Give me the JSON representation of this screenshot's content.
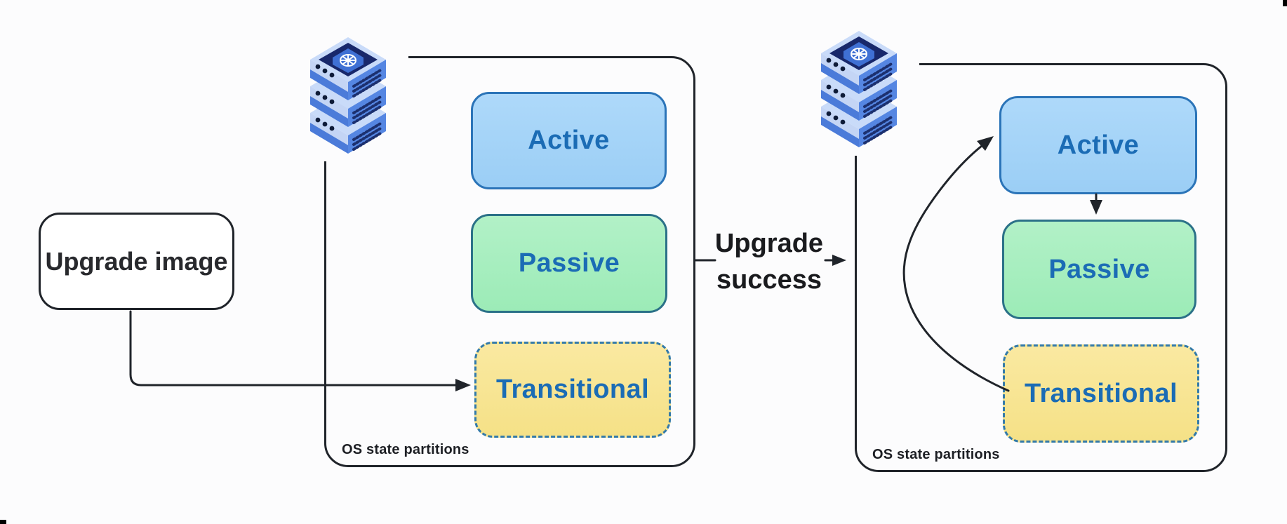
{
  "diagram": {
    "background": "#fcfcfd",
    "stroke_color": "#20242a",
    "upgrade_image_box": {
      "label": "Upgrade image"
    },
    "transition_label": {
      "line1": "Upgrade",
      "line2": "success"
    },
    "partitions": [
      {
        "id": "active",
        "label": "Active",
        "fill": "#a6d5f8",
        "border": "#2b74b8",
        "text_color": "#1b6cb5",
        "border_style": "solid"
      },
      {
        "id": "passive",
        "label": "Passive",
        "fill": "#a9efc1",
        "border": "#2b7188",
        "text_color": "#1b6cb5",
        "border_style": "solid"
      },
      {
        "id": "transitional",
        "label": "Transitional",
        "fill": "#f8e695",
        "border": "#337aa9",
        "text_color": "#1b6cb5",
        "border_style": "dashed"
      }
    ],
    "nodes": [
      {
        "id": "cluster-before",
        "caption": "OS state partitions",
        "icon": "kubernetes-server-stack-icon"
      },
      {
        "id": "cluster-after",
        "caption": "OS state partitions",
        "icon": "kubernetes-server-stack-icon"
      }
    ],
    "arrows": [
      {
        "id": "upgrade-image-to-transitional",
        "from": "upgrade-image-box",
        "to": "left-transitional"
      },
      {
        "id": "upgrade-success-transition",
        "from": "cluster-before",
        "to": "cluster-after"
      },
      {
        "id": "active-to-passive",
        "from": "right-active",
        "to": "right-passive"
      },
      {
        "id": "transitional-to-active",
        "from": "right-transitional",
        "to": "right-active"
      }
    ]
  }
}
